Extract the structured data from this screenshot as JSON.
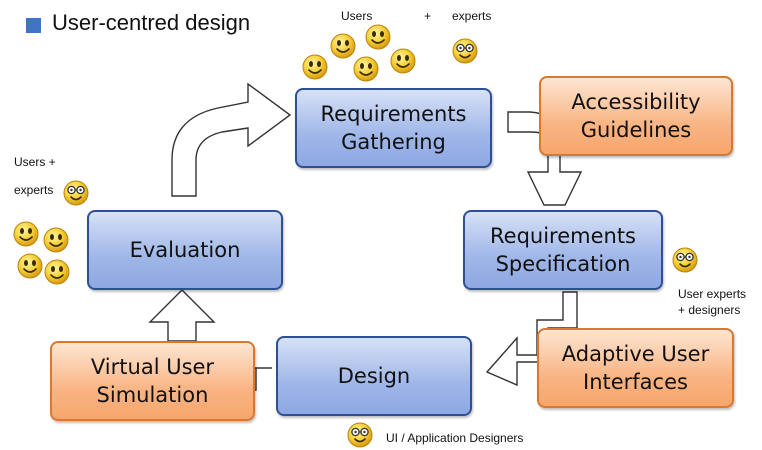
{
  "title": "User-centred design",
  "boxes": {
    "requirements_gathering": "Requirements\nGathering",
    "accessibility_guidelines": "Accessibility\nGuidelines",
    "requirements_specification": "Requirements\nSpecification",
    "evaluation": "Evaluation",
    "design": "Design",
    "virtual_user_simulation": "Virtual User\nSimulation",
    "adaptive_user_interfaces": "Adaptive User\nInterfaces"
  },
  "labels": {
    "top_users": "Users",
    "top_plus": "+",
    "top_experts": "experts",
    "left_users": "Users +",
    "left_experts": "experts",
    "spec_experts": "User experts\n+ designers",
    "bottom_designers": "UI / Application Designers"
  },
  "colors": {
    "accent": "#3f75c4",
    "blue_box_border": "#2f4f95",
    "orange_box_border": "#d9782e",
    "smiley": "#f3c21b"
  },
  "icons": [
    "smiley-icon",
    "glasses-smiley-icon",
    "arrow-icon"
  ]
}
